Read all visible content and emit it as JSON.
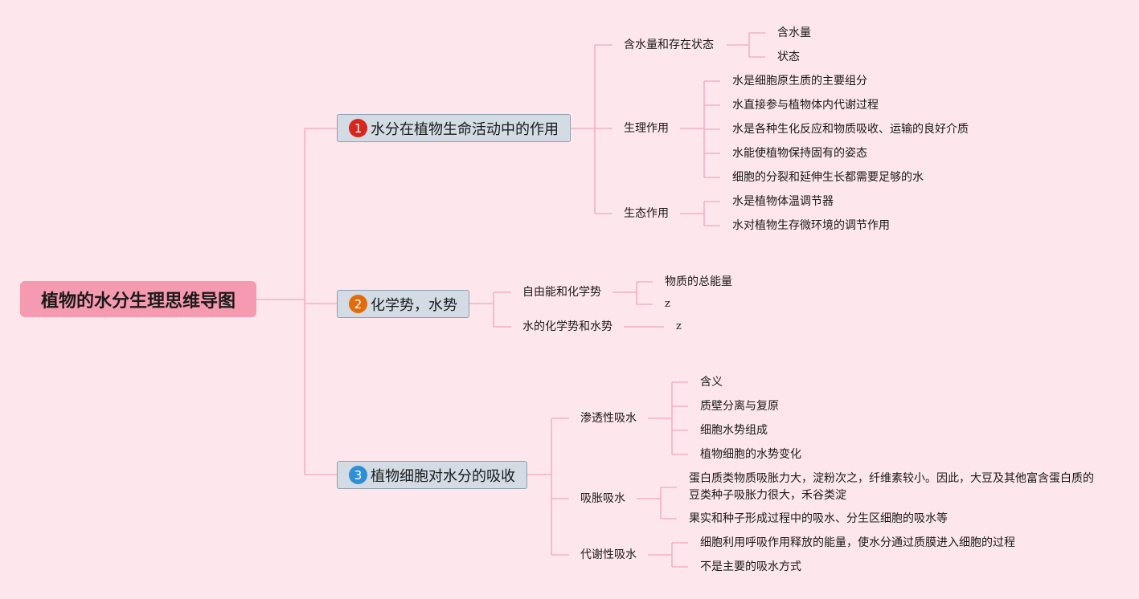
{
  "root": "植物的水分生理思维导图",
  "colors": {
    "background": "#fde6ec",
    "connector": "#f4a6b8",
    "root_fill": "#f59ab0",
    "topic_fill": "#d3dbe4",
    "badge1": "#d9261c",
    "badge2": "#e36c0a",
    "badge3": "#2f8fd6"
  },
  "topics": [
    {
      "number": "1",
      "label": "水分在植物生命活动中的作用",
      "children": [
        {
          "label": "含水量和存在状态",
          "children": [
            "含水量",
            "状态"
          ]
        },
        {
          "label": "生理作用",
          "children": [
            "水是细胞原生质的主要组分",
            "水直接参与植物体内代谢过程",
            "水是各种生化反应和物质吸收、运输的良好介质",
            "水能使植物保持固有的姿态",
            "细胞的分裂和延伸生长都需要足够的水"
          ]
        },
        {
          "label": "生态作用",
          "children": [
            "水是植物体温调节器",
            "水对植物生存微环境的调节作用"
          ]
        }
      ]
    },
    {
      "number": "2",
      "label": "化学势，水势",
      "children": [
        {
          "label": "自由能和化学势",
          "children": [
            "物质的总能量",
            "z"
          ]
        },
        {
          "label": "水的化学势和水势",
          "children": [
            "z"
          ]
        }
      ]
    },
    {
      "number": "3",
      "label": "植物细胞对水分的吸收",
      "children": [
        {
          "label": "渗透性吸水",
          "children": [
            "含义",
            "质壁分离与复原",
            "细胞水势组成",
            "植物细胞的水势变化"
          ]
        },
        {
          "label": "吸胀吸水",
          "children": [
            "蛋白质类物质吸胀力大，淀粉次之，纤维素较小。因此，大豆及其他富含蛋白质的豆类种子吸胀力很大，禾谷类淀",
            "果实和种子形成过程中的吸水、分生区细胞的吸水等"
          ]
        },
        {
          "label": "代谢性吸水",
          "children": [
            "细胞利用呼吸作用释放的能量，使水分通过质膜进入细胞的过程",
            "不是主要的吸水方式"
          ]
        }
      ]
    }
  ]
}
